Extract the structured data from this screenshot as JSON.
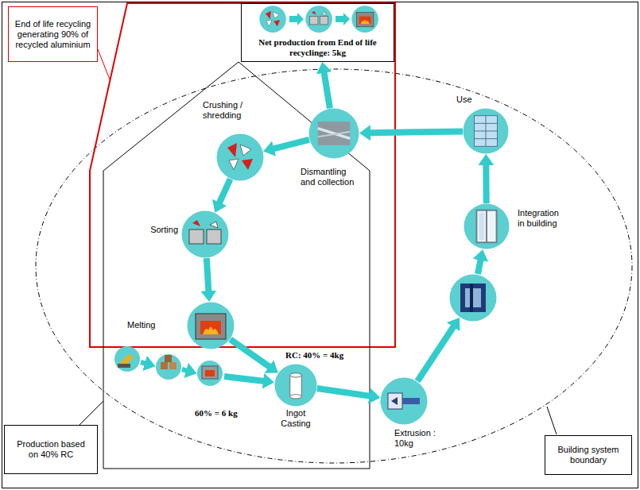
{
  "diagram": {
    "nodes": [
      {
        "text": [
          "End of life recycling generating 90% of recycled aluminium"
        ]
      },
      {
        "text": [
          "Net production from End of life recyclinge: 5kg"
        ]
      },
      {
        "text": [
          "Crushing / shredding"
        ]
      },
      {
        "text": [
          "Dismantling and collection"
        ]
      },
      {
        "text": [
          "Use"
        ]
      },
      {
        "text": [
          "Integration in building"
        ]
      },
      {
        "text": [
          "Sorting"
        ]
      },
      {
        "text": [
          "Melting"
        ]
      },
      {
        "text": [
          "Ingot Casting"
        ]
      },
      {
        "text": [
          "Extrusion : 10kg"
        ]
      },
      {
        "text": [
          "Production based on 40% RC"
        ]
      },
      {
        "text": [
          "Building system boundary"
        ]
      }
    ],
    "edges": [
      {
        "from": 3,
        "to": 1,
        "arrow": "to"
      },
      {
        "from": 3,
        "to": 2,
        "arrow": "to"
      },
      {
        "from": 2,
        "to": 6,
        "arrow": "to"
      },
      {
        "from": 6,
        "to": 7,
        "arrow": "to"
      },
      {
        "from": 7,
        "to": 8,
        "label": "RC: 40% = 4kg",
        "arrow": "to"
      },
      {
        "from": 8,
        "to": 9,
        "arrow": "to"
      },
      {
        "from": 5,
        "to": 4,
        "arrow": "to"
      },
      {
        "from": 4,
        "to": 3,
        "arrow": "to"
      }
    ],
    "labels": [
      "60% = 6 kg"
    ]
  }
}
